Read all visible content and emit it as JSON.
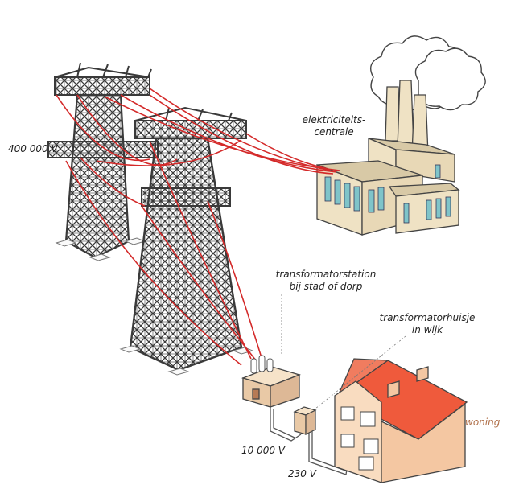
{
  "labels": {
    "plant_line1": "elektriciteits-",
    "plant_line2": "centrale",
    "voltage_high": "400 000  V",
    "station_line1": "transformatorstation",
    "station_line2": "bij stad of dorp",
    "kiosk_line1": "transformatorhuisje",
    "kiosk_line2": "in wijk",
    "voltage_mid": "10 000  V",
    "voltage_low": "230 V",
    "house": "woning"
  },
  "colors": {
    "wire": "#d42a2a",
    "pylon": "#3a3a3a",
    "building_wall": "#efe2c4",
    "building_roof": "#d8c9a6",
    "window": "#7fc4c9",
    "smoke": "#ffffff",
    "roof": "#ef5a3c",
    "house_wall": "#f4c7a2",
    "station": "#e9c9a6",
    "house_label": "#b0704a"
  }
}
